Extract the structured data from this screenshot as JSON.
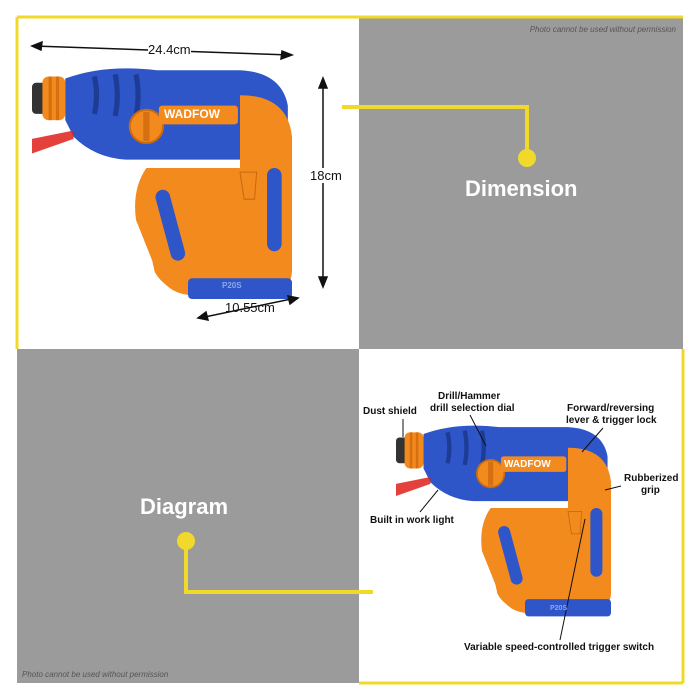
{
  "watermark_top": "Photo cannot be used without permission",
  "watermark_bottom": "Photo cannot be used without permission",
  "dimension_section": {
    "title": "Dimension",
    "length_label": "24.4cm",
    "height_label": "18cm",
    "width_label": "10.55cm"
  },
  "diagram_section": {
    "title": "Diagram",
    "callouts": {
      "dust_shield": "Dust shield",
      "mode_dial_line1": "Drill/Hammer",
      "mode_dial_line2": "drill selection dial",
      "reversing_line1": "Forward/reversing",
      "reversing_line2": "lever & trigger lock",
      "grip_line1": "Rubberized",
      "grip_line2": "grip",
      "work_light": "Built in work light",
      "trigger_switch": "Variable speed-controlled trigger switch"
    }
  },
  "brand": {
    "logo_text": "WADFOW",
    "model_text": "P20S"
  },
  "colors": {
    "yellow": "#f0d92a",
    "grey": "#9b9b9b",
    "orange": "#f28a1e",
    "blue": "#2f56c9",
    "red_light": "#e0201a"
  }
}
